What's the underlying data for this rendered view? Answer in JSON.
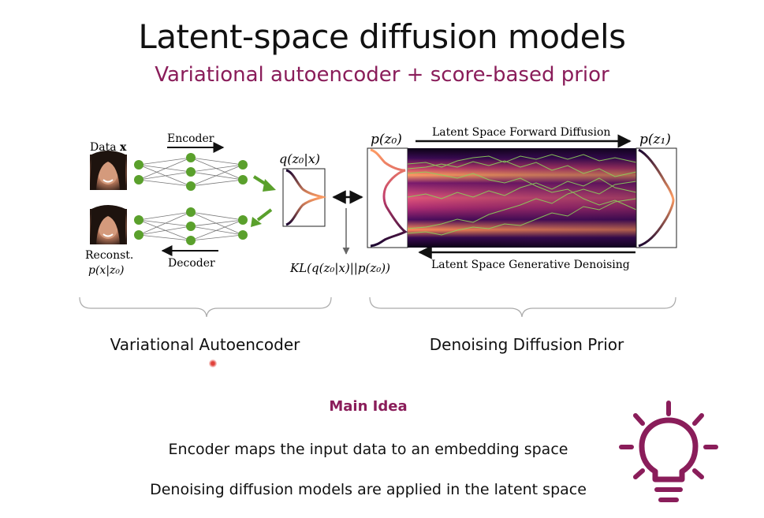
{
  "slide": {
    "title": "Latent-space diffusion models",
    "subtitle": "Variational autoencoder + score-based prior"
  },
  "figure": {
    "encoder_label": "Encoder",
    "decoder_label": "Decoder",
    "data_label": "Data",
    "data_symbol": "x",
    "reconst_label": "Reconst.",
    "reconst_prob": "p(x|z₀)",
    "posterior_label": "q(z₀|x)",
    "kl_label": "KL(q(z₀|x)||p(z₀))",
    "prior_left_label": "p(z₀)",
    "prior_right_label": "p(z₁)",
    "forward_label": "Latent Space Forward Diffusion",
    "generative_label": "Latent Space Generative Denoising"
  },
  "sections": {
    "vae": "Variational Autoencoder",
    "diffusion": "Denoising Diffusion Prior"
  },
  "main_idea": {
    "heading": "Main Idea",
    "points": [
      "Encoder maps the input data to an embedding space",
      "Denoising diffusion models are applied in the latent space"
    ]
  },
  "colors": {
    "accent": "#8a1d5a",
    "node_green": "#5aa02c",
    "lightbulb": "#8a1d5a"
  },
  "icons": [
    "lightbulb-icon"
  ]
}
